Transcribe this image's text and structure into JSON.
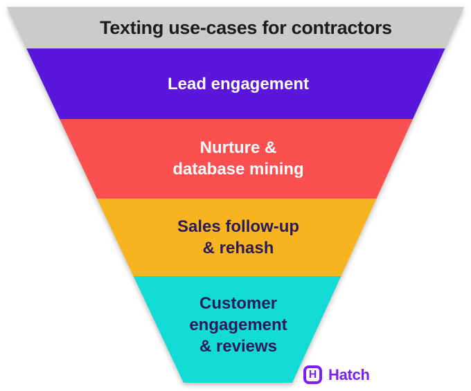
{
  "title": "Texting use-cases for contractors",
  "header": {
    "bg_color": "#CBCBCB",
    "text_color": "#1C1C1C"
  },
  "funnel": {
    "stages": [
      {
        "label": "Lead engagement",
        "lines": [
          "Lead engagement"
        ],
        "color": "#5A16DA",
        "text_color": "#FFFFFF"
      },
      {
        "label": "Nurture & database mining",
        "lines": [
          "Nurture &",
          "database mining"
        ],
        "color": "#FC4F4F",
        "text_color": "#FFFFFF"
      },
      {
        "label": "Sales follow-up & rehash",
        "lines": [
          "Sales follow-up",
          "& rehash"
        ],
        "color": "#F8B41E",
        "text_color": "#2A1A5A"
      },
      {
        "label": "Customer engagement & reviews",
        "lines": [
          "Customer",
          "engagement",
          "& reviews"
        ],
        "color": "#12DBD6",
        "text_color": "#2A1A5A"
      }
    ]
  },
  "brand": {
    "name": "Hatch",
    "icon_letter": "H",
    "color": "#7B1FF7"
  }
}
